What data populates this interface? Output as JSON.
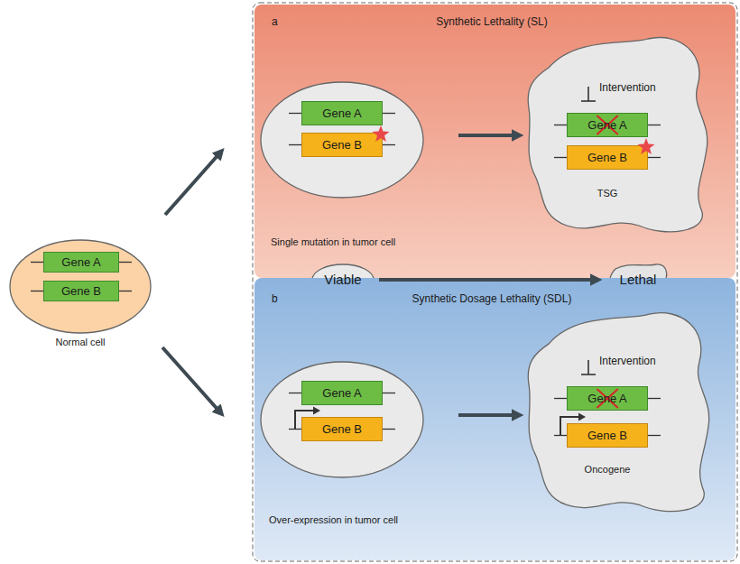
{
  "diagram": {
    "nodes": [
      {
        "text": [
          "Normal cell"
        ]
      },
      {
        "text": [
          "Gene A"
        ],
        "in": 0
      },
      {
        "text": [
          "Gene B"
        ],
        "in": 0
      },
      {
        "text": [
          "a",
          "Synthetic Lethality (SL)"
        ]
      },
      {
        "text": [
          "Single mutation in tumor cell"
        ],
        "in": 3
      },
      {
        "text": [
          "Gene A"
        ],
        "in": 4
      },
      {
        "text": [
          "Gene B"
        ],
        "in": 4
      },
      {
        "text": [
          "TSG"
        ],
        "in": 3
      },
      {
        "text": [
          "Gene A"
        ],
        "in": 7
      },
      {
        "text": [
          "Gene B"
        ],
        "in": 7
      },
      {
        "text": [
          "Viable"
        ]
      },
      {
        "text": [
          "Lethal"
        ]
      },
      {
        "text": [
          "b",
          "Synthetic Dosage Lethality (SDL)"
        ]
      },
      {
        "text": [
          "Over-expression in tumor cell"
        ],
        "in": 12
      },
      {
        "text": [
          "Gene A"
        ],
        "in": 13
      },
      {
        "text": [
          "Gene B"
        ],
        "in": 13
      },
      {
        "text": [
          "Oncogene"
        ],
        "in": 12
      },
      {
        "text": [
          "Gene A"
        ],
        "in": 16
      },
      {
        "text": [
          "Gene B"
        ],
        "in": 16
      }
    ],
    "edges": [
      {
        "from": 0,
        "to": 3,
        "arrow": "to"
      },
      {
        "from": 0,
        "to": 12,
        "arrow": "to"
      },
      {
        "from": 4,
        "to": 7,
        "arrow": "to"
      },
      {
        "from": 10,
        "to": 11,
        "arrow": "to"
      },
      {
        "from": 13,
        "to": 16,
        "arrow": "to"
      }
    ],
    "labels": [
      "Intervention",
      "Intervention"
    ]
  }
}
